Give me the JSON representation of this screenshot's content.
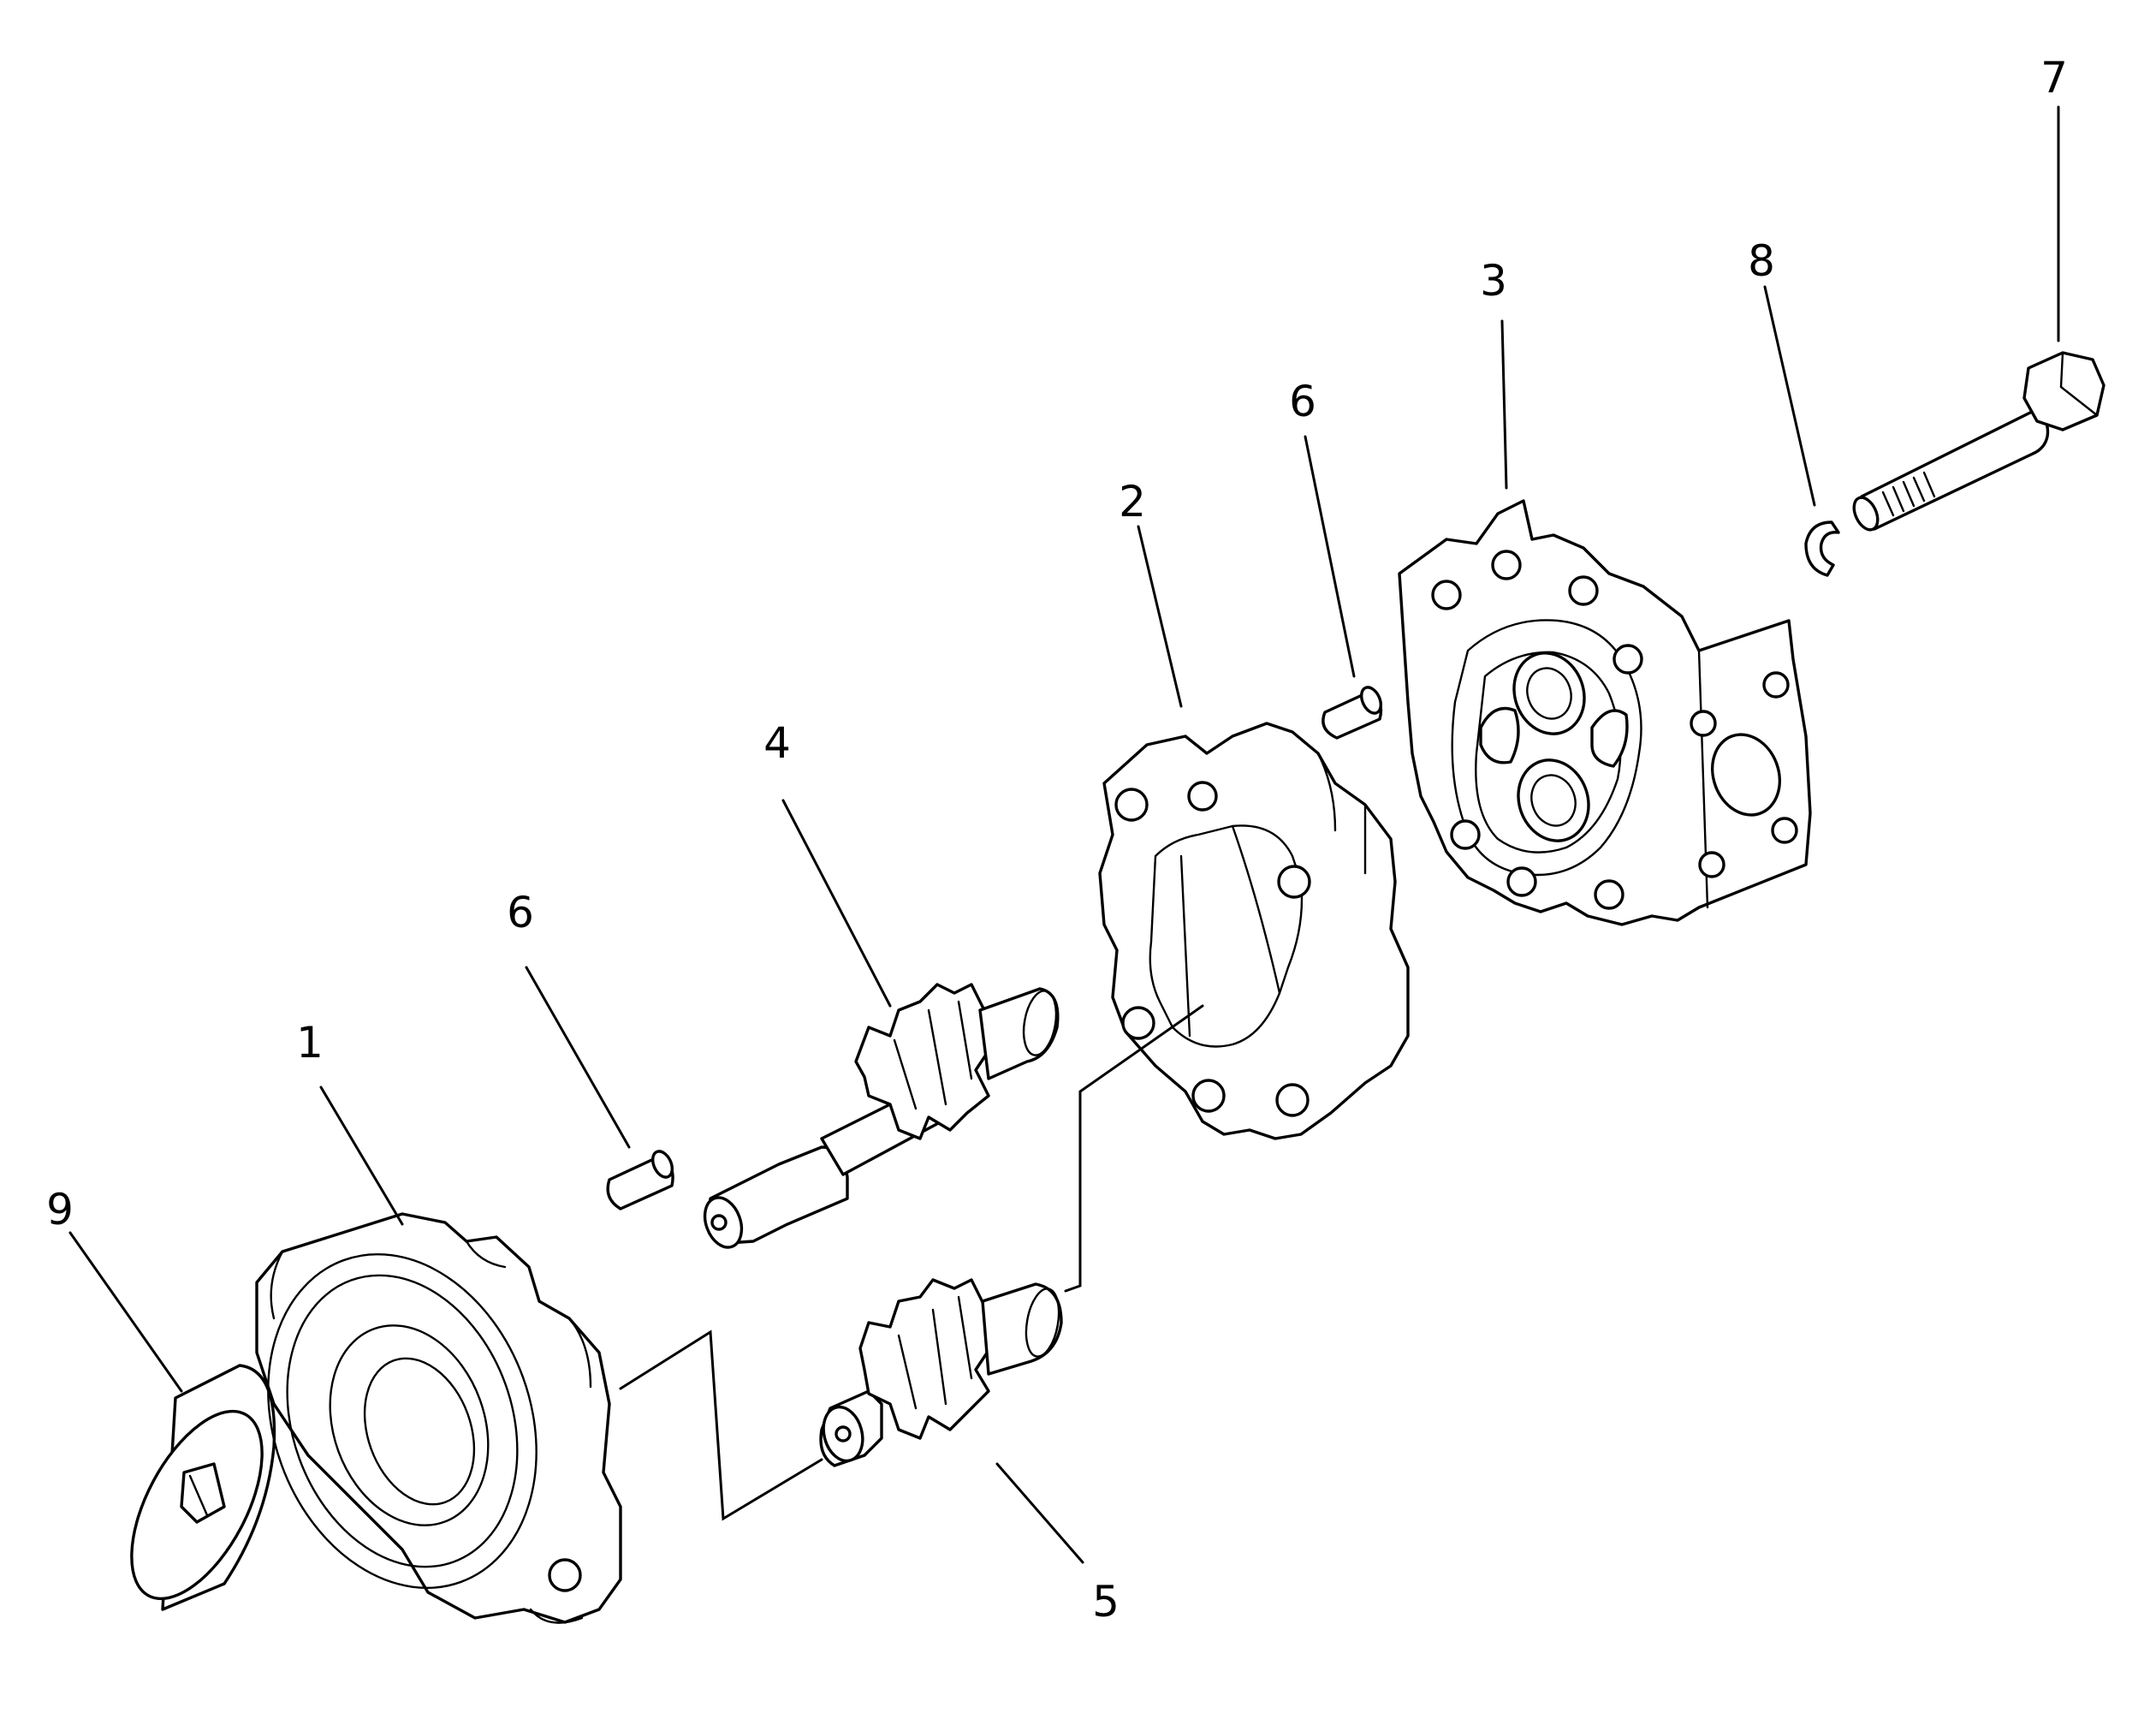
{
  "callouts": [
    {
      "key": "c1",
      "label": "1"
    },
    {
      "key": "c2",
      "label": "2"
    },
    {
      "key": "c3",
      "label": "3"
    },
    {
      "key": "c4",
      "label": "4"
    },
    {
      "key": "c5",
      "label": "5"
    },
    {
      "key": "c6a",
      "label": "6"
    },
    {
      "key": "c6b",
      "label": "6"
    },
    {
      "key": "c7",
      "label": "7"
    },
    {
      "key": "c8",
      "label": "8"
    },
    {
      "key": "c9",
      "label": "9"
    }
  ],
  "colors": {
    "line": "#000000",
    "background": "#ffffff"
  }
}
